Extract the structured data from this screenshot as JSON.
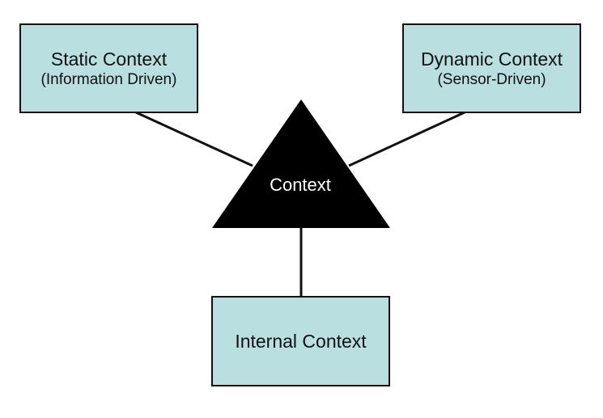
{
  "diagram": {
    "center": {
      "label": "Context"
    },
    "nodes": {
      "static": {
        "title": "Static Context",
        "subtitle": "(Information Driven)"
      },
      "dynamic": {
        "title": "Dynamic Context",
        "subtitle": "(Sensor-Driven)"
      },
      "internal": {
        "title": "Internal Context"
      }
    },
    "colors": {
      "box_fill": "#b9dfe0",
      "outline": "#111111",
      "triangle_fill": "#000000",
      "center_text": "#ffffff"
    }
  }
}
